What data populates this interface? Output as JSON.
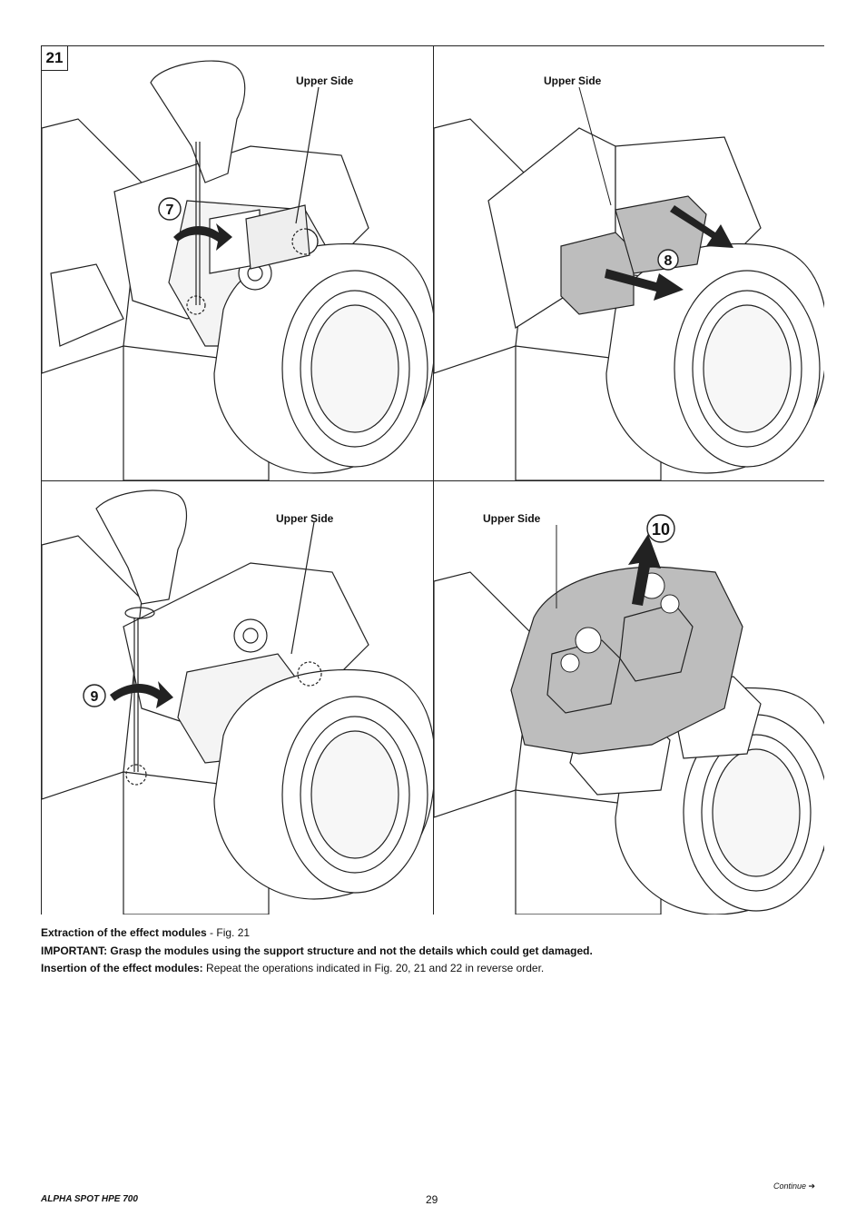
{
  "figure": {
    "number": "21",
    "panels": [
      {
        "label": "Upper Side",
        "step": "7"
      },
      {
        "label": "Upper Side",
        "step": "8"
      },
      {
        "label": "Upper Side",
        "step": "9"
      },
      {
        "label": "Upper Side",
        "step": "10"
      }
    ]
  },
  "caption": {
    "line1_bold": "Extraction of the effect modules",
    "line1_rest": " - Fig. 21",
    "line2_bold": "IMPORTANT: Grasp the modules using the support structure and not the details which could get damaged.",
    "line3_bold": "Insertion of the effect modules:",
    "line3_rest": " Repeat the operations indicated in Fig. 20, 21 and 22 in reverse order."
  },
  "footer": {
    "product": "ALPHA SPOT HPE 700",
    "page": "29",
    "continue": "Continue",
    "continue_icon": "arrow-right-icon"
  }
}
